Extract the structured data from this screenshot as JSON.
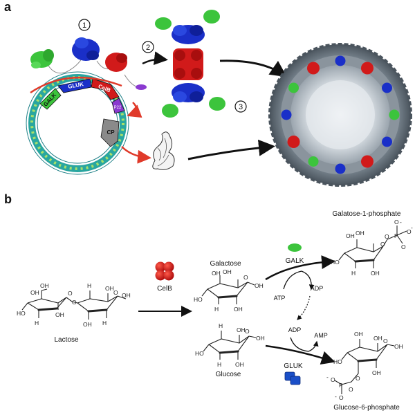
{
  "panel_a": {
    "label": "a",
    "steps": [
      "1",
      "2",
      "3"
    ],
    "genes": {
      "galk": "GALK",
      "gluk": "GLUK",
      "celb": "CelB",
      "p22": "P22",
      "cp": "CP"
    }
  },
  "panel_b": {
    "label": "b",
    "molecules": {
      "lactose": "Lactose",
      "galactose": "Galactose",
      "glucose": "Glucose",
      "gal1p": "Galatose-1-phosphate",
      "glc6p": "Glucose-6-phosphate"
    },
    "enzymes": {
      "celb": "CelB",
      "galk": "GALK",
      "gluk": "GLUK"
    },
    "cofactors": {
      "atp": "ATP",
      "adp_top": "ADP",
      "adp_bottom": "ADP",
      "amp": "AMP"
    }
  },
  "colors": {
    "galk": "#3cc43c",
    "gluk": "#1a2fc8",
    "celb": "#d11a1a",
    "arrow_red": "#e03a2a",
    "shell": "#5a6670"
  }
}
